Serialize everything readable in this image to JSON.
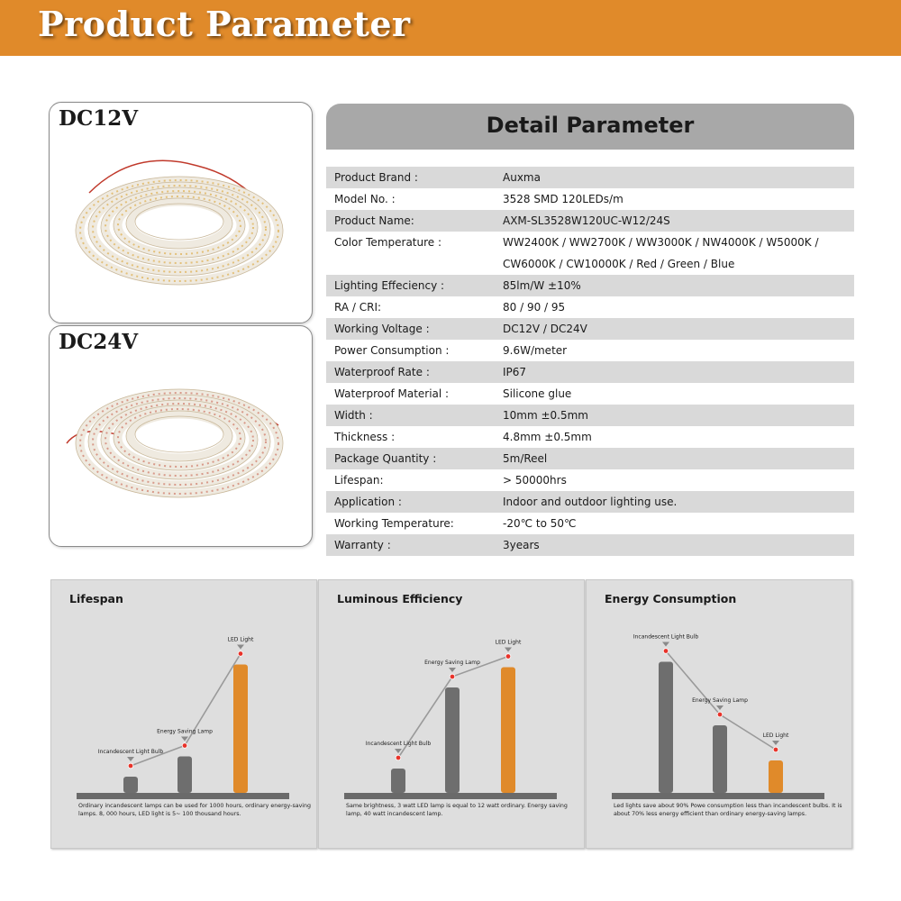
{
  "header": {
    "title": "Product Parameter"
  },
  "images": [
    {
      "label": "DC12V"
    },
    {
      "label": "DC24V"
    }
  ],
  "detail": {
    "title": "Detail Parameter",
    "rows": [
      {
        "key": "Product Brand :",
        "value": "Auxma"
      },
      {
        "key": "Model No. :",
        "value": "3528 SMD 120LEDs/m"
      },
      {
        "key": "Product Name:",
        "value": "AXM-SL3528W120UC-W12/24S"
      },
      {
        "key": "Color Temperature :",
        "value": "WW2400K / WW2700K / WW3000K / NW4000K / W5000K / CW6000K / CW10000K / Red / Green / Blue"
      },
      {
        "key": "Lighting Effeciency :",
        "value": "85lm/W ±10%"
      },
      {
        "key": "RA / CRI:",
        "value": "80 / 90 / 95"
      },
      {
        "key": "Working Voltage :",
        "value": "DC12V / DC24V"
      },
      {
        "key": "Power Consumption :",
        "value": "9.6W/meter"
      },
      {
        "key": "Waterproof Rate :",
        "value": "IP67"
      },
      {
        "key": "Waterproof Material :",
        "value": "Silicone glue"
      },
      {
        "key": "Width :",
        "value": "10mm ±0.5mm"
      },
      {
        "key": "Thickness :",
        "value": "4.8mm ±0.5mm"
      },
      {
        "key": "Package Quantity :",
        "value": "5m/Reel"
      },
      {
        "key": "Lifespan:",
        "value": "> 50000hrs"
      },
      {
        "key": "Application :",
        "value": "Indoor and outdoor lighting use."
      },
      {
        "key": "Working Temperature:",
        "value": "-20℃ to 50℃"
      },
      {
        "key": "Warranty :",
        "value": "3years"
      }
    ]
  },
  "panels": [
    {
      "title": "Lifespan",
      "bars": [
        {
          "label": "Incandescent Light Bulb",
          "level": 0.12,
          "color": "#6e6e6e"
        },
        {
          "label": "Energy Saving Lamp",
          "level": 0.27,
          "color": "#6e6e6e"
        },
        {
          "label": "LED Light",
          "level": 0.95,
          "color": "#e08a2a"
        }
      ],
      "description": "Ordinary incandescent lamps can be used for 1000 hours, ordinary energy-saving lamps. 8, 000 hours, LED light is 5~ 100 thousand hours."
    },
    {
      "title": "Luminous Efficiency",
      "bars": [
        {
          "label": "Incandescent Light Bulb",
          "level": 0.18,
          "color": "#6e6e6e"
        },
        {
          "label": "Energy Saving Lamp",
          "level": 0.78,
          "color": "#6e6e6e"
        },
        {
          "label": "LED Light",
          "level": 0.93,
          "color": "#e08a2a"
        }
      ],
      "description": "Same brightness, 3 watt LED lamp is equal to 12 watt ordinary. Energy saving lamp, 40 watt incandescent lamp."
    },
    {
      "title": "Energy Consumption",
      "bars": [
        {
          "label": "Incandescent Light Bulb",
          "level": 0.97,
          "color": "#6e6e6e"
        },
        {
          "label": "Energy Saving Lamp",
          "level": 0.5,
          "color": "#6e6e6e"
        },
        {
          "label": "LED Light",
          "level": 0.24,
          "color": "#e08a2a"
        }
      ],
      "description": "Led lights save about 90% Powe consumption less than incandescent bulbs. It is about 70% less energy efficient than ordinary energy-saving lamps."
    }
  ],
  "colors": {
    "header": "#e08a2a",
    "led": "#e08a2a",
    "bar": "#6e6e6e",
    "dot": "#e8332a"
  }
}
